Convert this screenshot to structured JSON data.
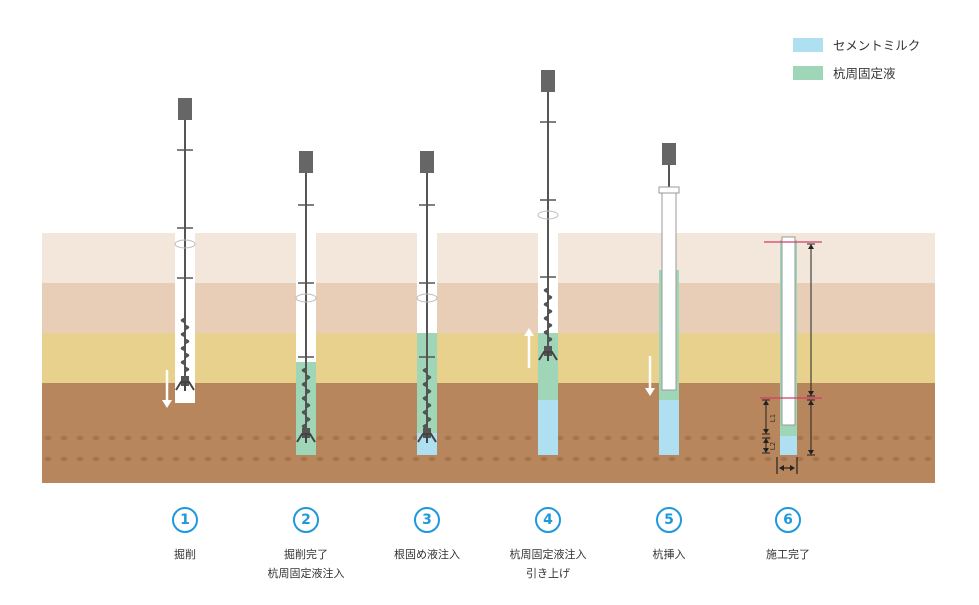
{
  "colors": {
    "cement_milk": "#aee0f2",
    "pile_fixing_liquid": "#9fd6b8",
    "layer1": "#f3e6da",
    "layer2": "#e8cdb7",
    "layer3": "#e8d08d",
    "layer4": "#b8865c",
    "accent": "#1f98dc",
    "marker": "#d43c6a"
  },
  "legend": [
    {
      "label": "セメントミルク",
      "color": "#aee0f2"
    },
    {
      "label": "杭周固定液",
      "color": "#9fd6b8"
    }
  ],
  "steps": [
    {
      "number": "1",
      "lines": [
        "掘削"
      ]
    },
    {
      "number": "2",
      "lines": [
        "掘削完了",
        "杭周固定液注入"
      ]
    },
    {
      "number": "3",
      "lines": [
        "根固め液注入"
      ]
    },
    {
      "number": "4",
      "lines": [
        "杭周固定液注入",
        "引き上げ"
      ]
    },
    {
      "number": "5",
      "lines": [
        "杭挿入"
      ]
    },
    {
      "number": "6",
      "lines": [
        "施工完了"
      ]
    }
  ],
  "dimension_labels": {
    "l1": "L1",
    "l2": "L2"
  }
}
